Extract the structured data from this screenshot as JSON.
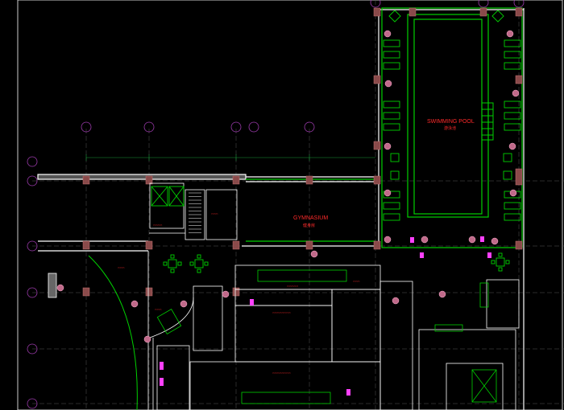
{
  "drawing": {
    "background": "#000000",
    "colors": {
      "wall": "#ffffff",
      "column": "#8a4a4a",
      "green": "#00d000",
      "grid_axis": "#7a2a8a",
      "pink": "#ff6ad5",
      "label_red": "#ff2a2a",
      "cyan": "#30d0ff"
    },
    "labels": {
      "swimming_pool": "SWIMMING POOL",
      "swimming_pool_cn": "游泳池",
      "gymnasium": "GYMNASIUM",
      "gymnasium_cn": "健身房"
    }
  }
}
